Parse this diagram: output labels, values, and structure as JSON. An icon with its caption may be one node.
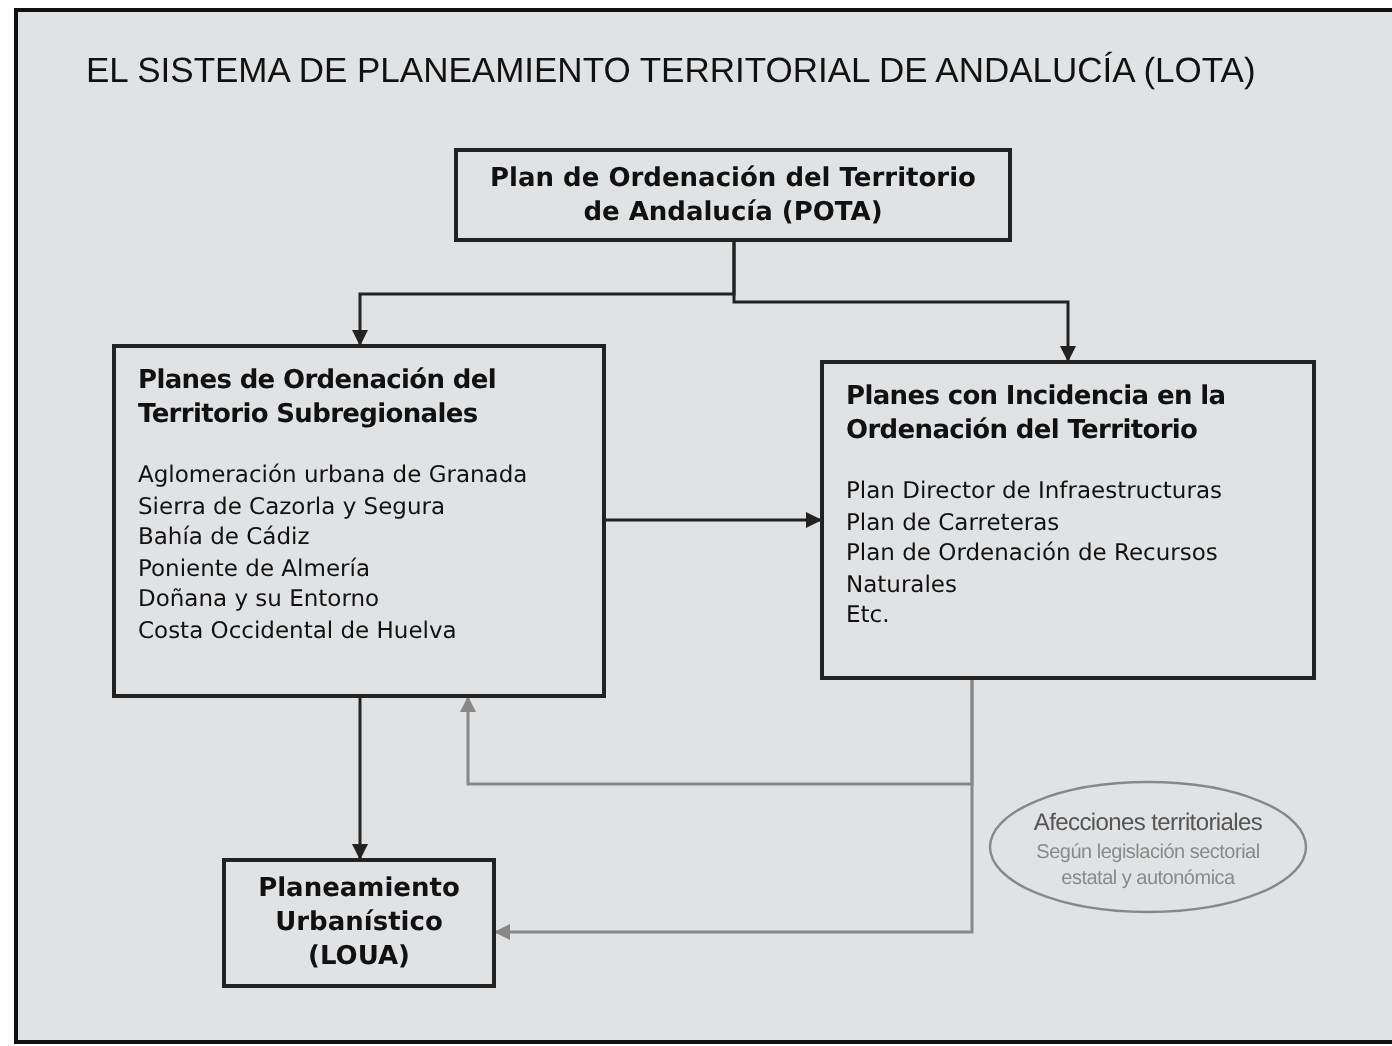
{
  "diagram": {
    "title": "EL SISTEMA DE PLANEAMIENTO TERRITORIAL DE ANDALUCÍA (LOTA)",
    "nodes": [
      {
        "text": [
          "Plan de Ordenación del Territorio de Andalucía (POTA)"
        ]
      },
      {
        "text": [
          "Planes de Ordenación del Territorio Subregionales",
          "Aglomeración urbana de Granada",
          "Sierra de Cazorla y Segura",
          "Bahía de Cádiz",
          "Poniente de Almería",
          "Doñana y su Entorno",
          "Costa Occidental de Huelva"
        ]
      },
      {
        "text": [
          "Planes con Incidencia en la Ordenación del Territorio",
          "Plan Director de Infraestructuras",
          "Plan de Carreteras",
          "Plan de Ordenación de Recursos Naturales",
          "Etc."
        ]
      },
      {
        "text": [
          "Planeamiento Urbanístico (LOUA)"
        ]
      },
      {
        "text": [
          "Afecciones territoriales",
          "Según legislación sectorial estatal y autonómica"
        ]
      }
    ],
    "edges": [
      {
        "from": 0,
        "to": 1,
        "arrow": "to"
      },
      {
        "from": 0,
        "to": 2,
        "arrow": "to"
      },
      {
        "from": 1,
        "to": 2,
        "arrow": "to"
      },
      {
        "from": 1,
        "to": 3,
        "arrow": "to"
      },
      {
        "from": 2,
        "to": 1,
        "arrow": "to",
        "color": "#888888"
      },
      {
        "from": 2,
        "to": 3,
        "arrow": "to",
        "color": "#888888"
      }
    ]
  }
}
